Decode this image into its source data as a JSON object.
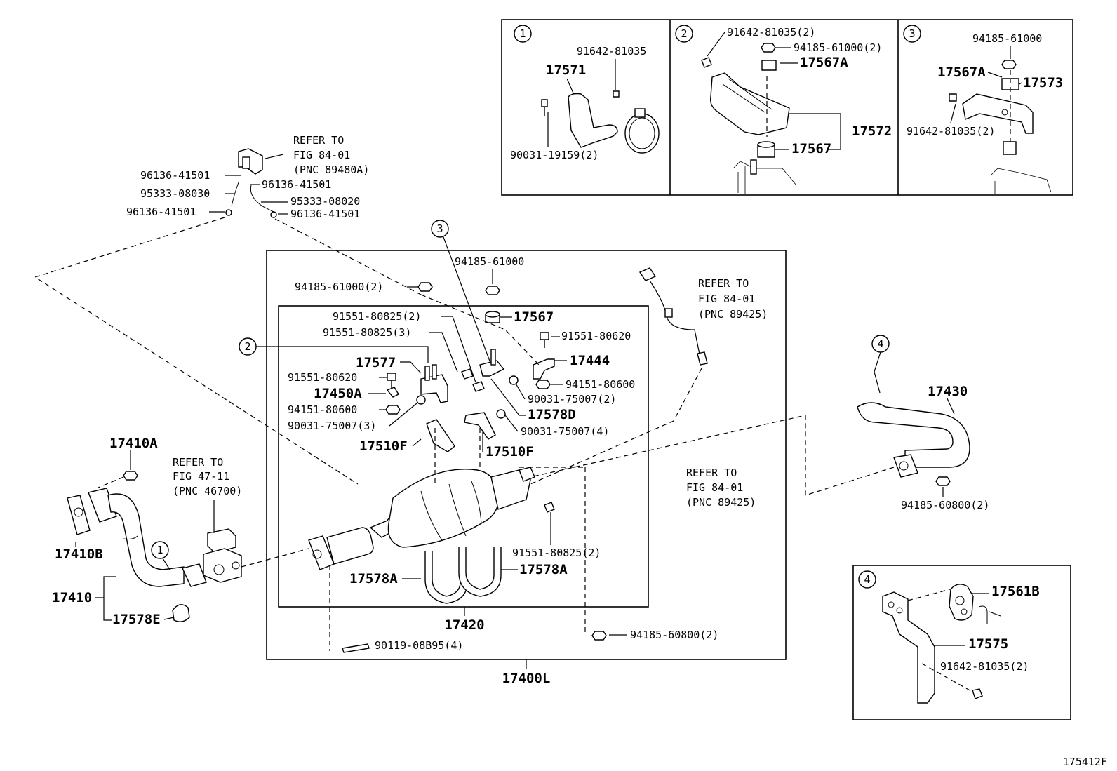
{
  "figure_code": "175412F",
  "inset_1": {
    "index": "1",
    "parts": [
      "91642-81035",
      "17571",
      "90031-19159(2)"
    ]
  },
  "inset_2": {
    "index": "2",
    "parts": [
      "91642-81035(2)",
      "94185-61000(2)",
      "17567A",
      "17572",
      "17567"
    ]
  },
  "inset_3": {
    "index": "3",
    "parts": [
      "94185-61000",
      "17567A",
      "17573",
      "91642-81035(2)"
    ]
  },
  "inset_4": {
    "index": "4",
    "parts": [
      "17561B",
      "17575",
      "91642-81035(2)"
    ]
  },
  "refer_blocks": {
    "sensor_top": [
      "REFER TO",
      "FIG 84-01",
      "(PNC 89480A)"
    ],
    "sensor_right_top": [
      "REFER TO",
      "FIG 84-01",
      "(PNC 89425)"
    ],
    "sensor_right_bottom": [
      "REFER TO",
      "FIG 84-01",
      "(PNC 89425)"
    ],
    "egr": [
      "REFER TO",
      "FIG 47-11",
      "(PNC 46700)"
    ]
  },
  "hose_parts": [
    "96136-41501",
    "96136-41501",
    "95333-08030",
    "95333-08020",
    "96136-41501",
    "96136-41501"
  ],
  "main_parts": {
    "n94185_61000_2": "94185-61000(2)",
    "n94185_61000": "94185-61000",
    "n17567": "17567",
    "n91551_80620_a": "91551-80620",
    "n91551_80825_2": "91551-80825(2)",
    "n91551_80825_3": "91551-80825(3)",
    "n17577": "17577",
    "n17444": "17444",
    "n91551_80620_b": "91551-80620",
    "n94151_80600_a": "94151-80600",
    "n17450A": "17450A",
    "n90031_75007_2": "90031-75007(2)",
    "n94151_80600_b": "94151-80600",
    "n17578D": "17578D",
    "n90031_75007_3": "90031-75007(3)",
    "n90031_75007_4": "90031-75007(4)",
    "n17510F_a": "17510F",
    "n17510F_b": "17510F",
    "n91551_80825_2b": "91551-80825(2)",
    "n17578A_a": "17578A",
    "n17578A_b": "17578A",
    "n17420": "17420",
    "n90119": "90119-08B95(4)",
    "n94185_60800_a": "94185-60800(2)",
    "n17400L": "17400L"
  },
  "left_parts": {
    "n17410A": "17410A",
    "n17410B": "17410B",
    "n17410": "17410",
    "n17578E": "17578E"
  },
  "right_parts": {
    "n17430": "17430",
    "n94185_60800_b": "94185-60800(2)"
  },
  "callouts": [
    "1",
    "2",
    "3",
    "4"
  ]
}
